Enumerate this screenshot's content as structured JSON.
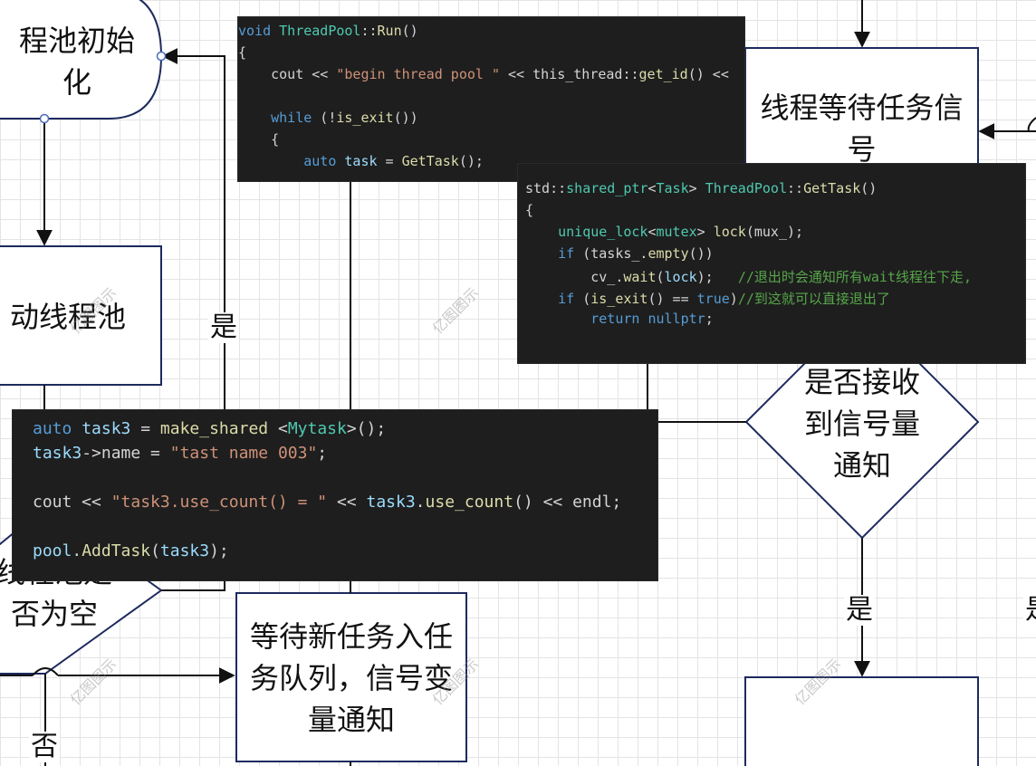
{
  "nodes": {
    "pool_init": "程池初始\n化",
    "start_pool": "动线程池",
    "queue_empty": "线程池是\n否为空",
    "wait_new_task": "等待新任务入任\n务队列，信号变\n量通知",
    "thread_wait": "线程等待任务信\n号",
    "received_signal": "是否接收\n到信号量\n通知"
  },
  "edge_labels": {
    "yes_left": "是",
    "no_bottom": "否",
    "yes_right": "是",
    "yes_far_right": "是"
  },
  "watermark": "亿图图示",
  "code_run": {
    "lines": [
      [
        {
          "t": "void ",
          "c": "kw"
        },
        {
          "t": "ThreadPool",
          "c": "ty"
        },
        {
          "t": "::",
          "c": ""
        },
        {
          "t": "Run",
          "c": "fn"
        },
        {
          "t": "()",
          "c": ""
        }
      ],
      [
        {
          "t": "{",
          "c": ""
        }
      ],
      [
        {
          "t": "    cout << ",
          "c": ""
        },
        {
          "t": "\"begin thread pool \"",
          "c": "st"
        },
        {
          "t": " << this_thread::",
          "c": ""
        },
        {
          "t": "get_id",
          "c": "fn"
        },
        {
          "t": "() <<",
          "c": ""
        }
      ],
      [],
      [
        {
          "t": "    ",
          "c": ""
        },
        {
          "t": "while",
          "c": "kw"
        },
        {
          "t": " (!",
          "c": ""
        },
        {
          "t": "is_exit",
          "c": "fn"
        },
        {
          "t": "())",
          "c": ""
        }
      ],
      [
        {
          "t": "    {",
          "c": ""
        }
      ],
      [
        {
          "t": "        ",
          "c": ""
        },
        {
          "t": "auto",
          "c": "kw"
        },
        {
          "t": " ",
          "c": ""
        },
        {
          "t": "task",
          "c": "vr"
        },
        {
          "t": " = ",
          "c": ""
        },
        {
          "t": "GetTask",
          "c": "fn"
        },
        {
          "t": "();",
          "c": ""
        }
      ]
    ]
  },
  "code_gettask": {
    "lines": [
      [
        {
          "t": "std::",
          "c": ""
        },
        {
          "t": "shared_ptr",
          "c": "ty"
        },
        {
          "t": "<",
          "c": ""
        },
        {
          "t": "Task",
          "c": "ty"
        },
        {
          "t": "> ",
          "c": ""
        },
        {
          "t": "ThreadPool",
          "c": "ty"
        },
        {
          "t": "::",
          "c": ""
        },
        {
          "t": "GetTask",
          "c": "fn"
        },
        {
          "t": "()",
          "c": ""
        }
      ],
      [
        {
          "t": "{",
          "c": ""
        }
      ],
      [
        {
          "t": "    ",
          "c": ""
        },
        {
          "t": "unique_lock",
          "c": "ty"
        },
        {
          "t": "<",
          "c": ""
        },
        {
          "t": "mutex",
          "c": "ty"
        },
        {
          "t": "> ",
          "c": ""
        },
        {
          "t": "lock",
          "c": "fn"
        },
        {
          "t": "(mux_);",
          "c": ""
        }
      ],
      [
        {
          "t": "    ",
          "c": ""
        },
        {
          "t": "if",
          "c": "kw"
        },
        {
          "t": " (tasks_.",
          "c": ""
        },
        {
          "t": "empty",
          "c": "fn"
        },
        {
          "t": "())",
          "c": ""
        }
      ],
      [
        {
          "t": "        cv_.",
          "c": ""
        },
        {
          "t": "wait",
          "c": "fn"
        },
        {
          "t": "(",
          "c": ""
        },
        {
          "t": "lock",
          "c": "vr"
        },
        {
          "t": ");   ",
          "c": ""
        },
        {
          "t": "//退出时会通知所有wait线程往下走,",
          "c": "cm"
        }
      ],
      [
        {
          "t": "    ",
          "c": ""
        },
        {
          "t": "if",
          "c": "kw"
        },
        {
          "t": " (",
          "c": ""
        },
        {
          "t": "is_exit",
          "c": "fn"
        },
        {
          "t": "() == ",
          "c": ""
        },
        {
          "t": "true",
          "c": "kw"
        },
        {
          "t": ")",
          "c": ""
        },
        {
          "t": "//到这就可以直接退出了",
          "c": "cm"
        }
      ],
      [
        {
          "t": "        ",
          "c": ""
        },
        {
          "t": "return",
          "c": "kw"
        },
        {
          "t": " ",
          "c": ""
        },
        {
          "t": "nullptr",
          "c": "kw"
        },
        {
          "t": ";",
          "c": ""
        }
      ]
    ]
  },
  "code_task3": {
    "lines": [
      [
        {
          "t": "auto",
          "c": "kw"
        },
        {
          "t": " ",
          "c": ""
        },
        {
          "t": "task3",
          "c": "vr"
        },
        {
          "t": " = ",
          "c": ""
        },
        {
          "t": "make_shared",
          "c": "fn"
        },
        {
          "t": " <",
          "c": ""
        },
        {
          "t": "Mytask",
          "c": "ty"
        },
        {
          "t": ">();",
          "c": ""
        }
      ],
      [
        {
          "t": "task3",
          "c": "vr"
        },
        {
          "t": "->name = ",
          "c": ""
        },
        {
          "t": "\"tast name 003\"",
          "c": "st"
        },
        {
          "t": ";",
          "c": ""
        }
      ],
      [],
      [
        {
          "t": "cout << ",
          "c": ""
        },
        {
          "t": "\"task3.use_count() = \"",
          "c": "st"
        },
        {
          "t": " << ",
          "c": ""
        },
        {
          "t": "task3",
          "c": "vr"
        },
        {
          "t": ".",
          "c": ""
        },
        {
          "t": "use_count",
          "c": "fn"
        },
        {
          "t": "() << endl;",
          "c": ""
        }
      ],
      [],
      [
        {
          "t": "pool",
          "c": "vr"
        },
        {
          "t": ".",
          "c": ""
        },
        {
          "t": "AddTask",
          "c": "fn"
        },
        {
          "t": "(",
          "c": ""
        },
        {
          "t": "task3",
          "c": "vr"
        },
        {
          "t": ");",
          "c": ""
        }
      ]
    ]
  }
}
